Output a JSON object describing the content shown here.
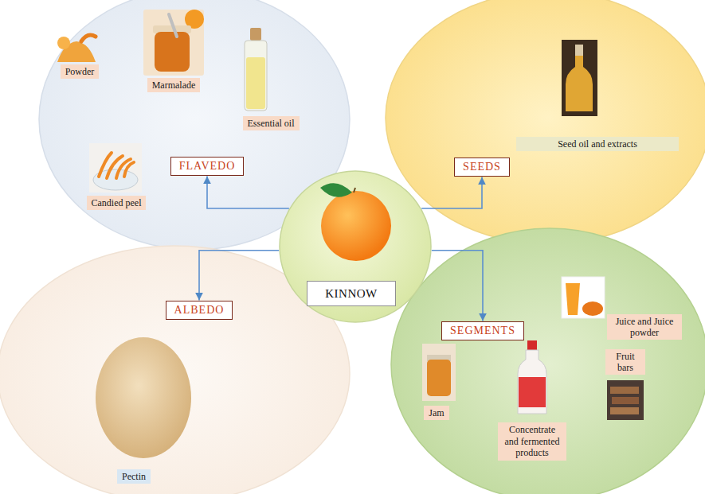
{
  "diagram": {
    "nodes": [
      {
        "text": []
      },
      {
        "text": [
          "Powder"
        ],
        "in": 0
      },
      {
        "text": [
          "Marmalade"
        ],
        "in": 0
      },
      {
        "text": [
          "Essential oil"
        ],
        "in": 0
      },
      {
        "text": [
          "FLAVEDO"
        ],
        "in": 0
      },
      {
        "text": [
          "Candied peel"
        ],
        "in": 0
      },
      {
        "text": []
      },
      {
        "text": [
          "Seed oil and extracts"
        ],
        "in": 6
      },
      {
        "text": [
          "SEEDS"
        ],
        "in": 6
      },
      {
        "text": []
      },
      {
        "text": [
          "KINNOW"
        ],
        "in": 9
      },
      {
        "text": []
      },
      {
        "text": [
          "ALBEDO"
        ],
        "in": 11
      },
      {
        "text": [
          "Pectin"
        ],
        "in": 11
      },
      {
        "text": []
      },
      {
        "text": [
          "SEGMENTS"
        ],
        "in": 14
      },
      {
        "text": [
          "Juice and Juice powder"
        ],
        "in": 14
      },
      {
        "text": [
          "Fruit bars"
        ],
        "in": 14
      },
      {
        "text": [
          "Jam"
        ],
        "in": 14
      },
      {
        "text": [
          "Concentrate and fermented products"
        ],
        "in": 14
      }
    ],
    "edges": [
      {
        "from": 9,
        "to": 4,
        "arrow": "to"
      },
      {
        "from": 9,
        "to": 8,
        "arrow": "to"
      },
      {
        "from": 9,
        "to": 12,
        "arrow": "to"
      },
      {
        "from": 9,
        "to": 15,
        "arrow": "to"
      }
    ]
  }
}
